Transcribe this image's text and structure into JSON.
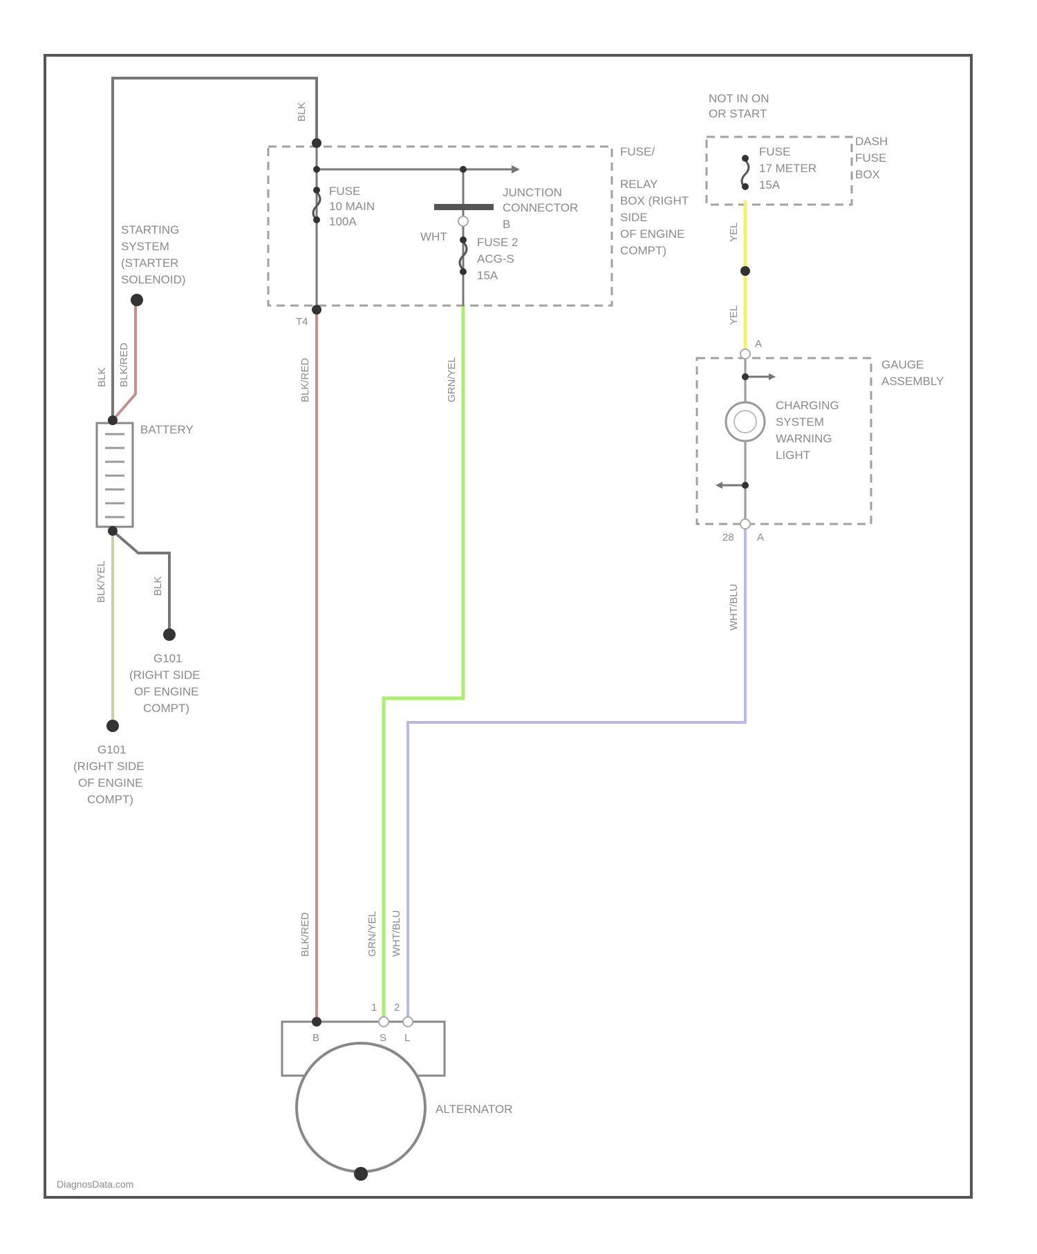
{
  "labels": {
    "not_in_on": "NOT IN ON",
    "or_start": "OR START",
    "fuse_relay_1": "FUSE/",
    "fuse_relay_2": "RELAY",
    "fuse_relay_3": "BOX (RIGHT",
    "fuse_relay_4": "SIDE",
    "fuse_relay_5": "OF ENGINE",
    "fuse_relay_6": "COMPT)",
    "dash_1": "DASH",
    "dash_2": "FUSE",
    "dash_3": "BOX",
    "fuse_main_1": "FUSE",
    "fuse_main_2": "10 MAIN",
    "fuse_main_3": "100A",
    "junction_1": "JUNCTION",
    "junction_2": "CONNECTOR",
    "junction_b": "B",
    "wht": "WHT",
    "fuse2_1": "FUSE 2",
    "fuse2_2": "ACG-S",
    "fuse2_3": "15A",
    "fuse_meter_1": "FUSE",
    "fuse_meter_2": "17 METER",
    "fuse_meter_3": "15A",
    "starting_1": "STARTING",
    "starting_2": "SYSTEM",
    "starting_3": "(STARTER",
    "starting_4": "SOLENOID)",
    "battery": "BATTERY",
    "gauge_1": "GAUGE",
    "gauge_2": "ASSEMBLY",
    "charging_1": "CHARGING",
    "charging_2": "SYSTEM",
    "charging_3": "WARNING",
    "charging_4": "LIGHT",
    "g101_a_1": "G101",
    "g101_a_2": "(RIGHT SIDE",
    "g101_a_3": "OF ENGINE",
    "g101_a_4": "COMPT)",
    "g101_b_1": "G101",
    "g101_b_2": "(RIGHT SIDE",
    "g101_b_3": "OF ENGINE",
    "g101_b_4": "COMPT)",
    "alternator": "ALTERNATOR",
    "watermark": "DiagnosData.com"
  },
  "wire_labels": {
    "blk_top": "BLK",
    "blk_batt": "BLK",
    "blk_red_starter": "BLK/RED",
    "blk_red_main": "BLK/RED",
    "grn_yel_main": "GRN/YEL",
    "yel_top": "YEL",
    "yel_bottom": "YEL",
    "wht_blu_gauge": "WHT/BLU",
    "blk_ground": "BLK",
    "blk_yel": "BLK/YEL",
    "blk_red_alt": "BLK/RED",
    "grn_yel_alt": "GRN/YEL",
    "wht_blu_alt": "WHT/BLU"
  },
  "terminals": {
    "fuse_box_out": "T4",
    "gauge_in": "A",
    "gauge_out_num": "28",
    "gauge_out": "A",
    "alt_b": "B",
    "alt_1": "1",
    "alt_2": "2",
    "alt_s": "S",
    "alt_l": "L"
  },
  "colors": {
    "frame": "#555555",
    "wire_black": "#777777",
    "wire_red": "#c98f8f",
    "wire_green": "#a6f06a",
    "wire_yellow": "#f5f06a",
    "wire_blue": "#b7b8ec",
    "wire_olive": "#c4d7a0"
  }
}
